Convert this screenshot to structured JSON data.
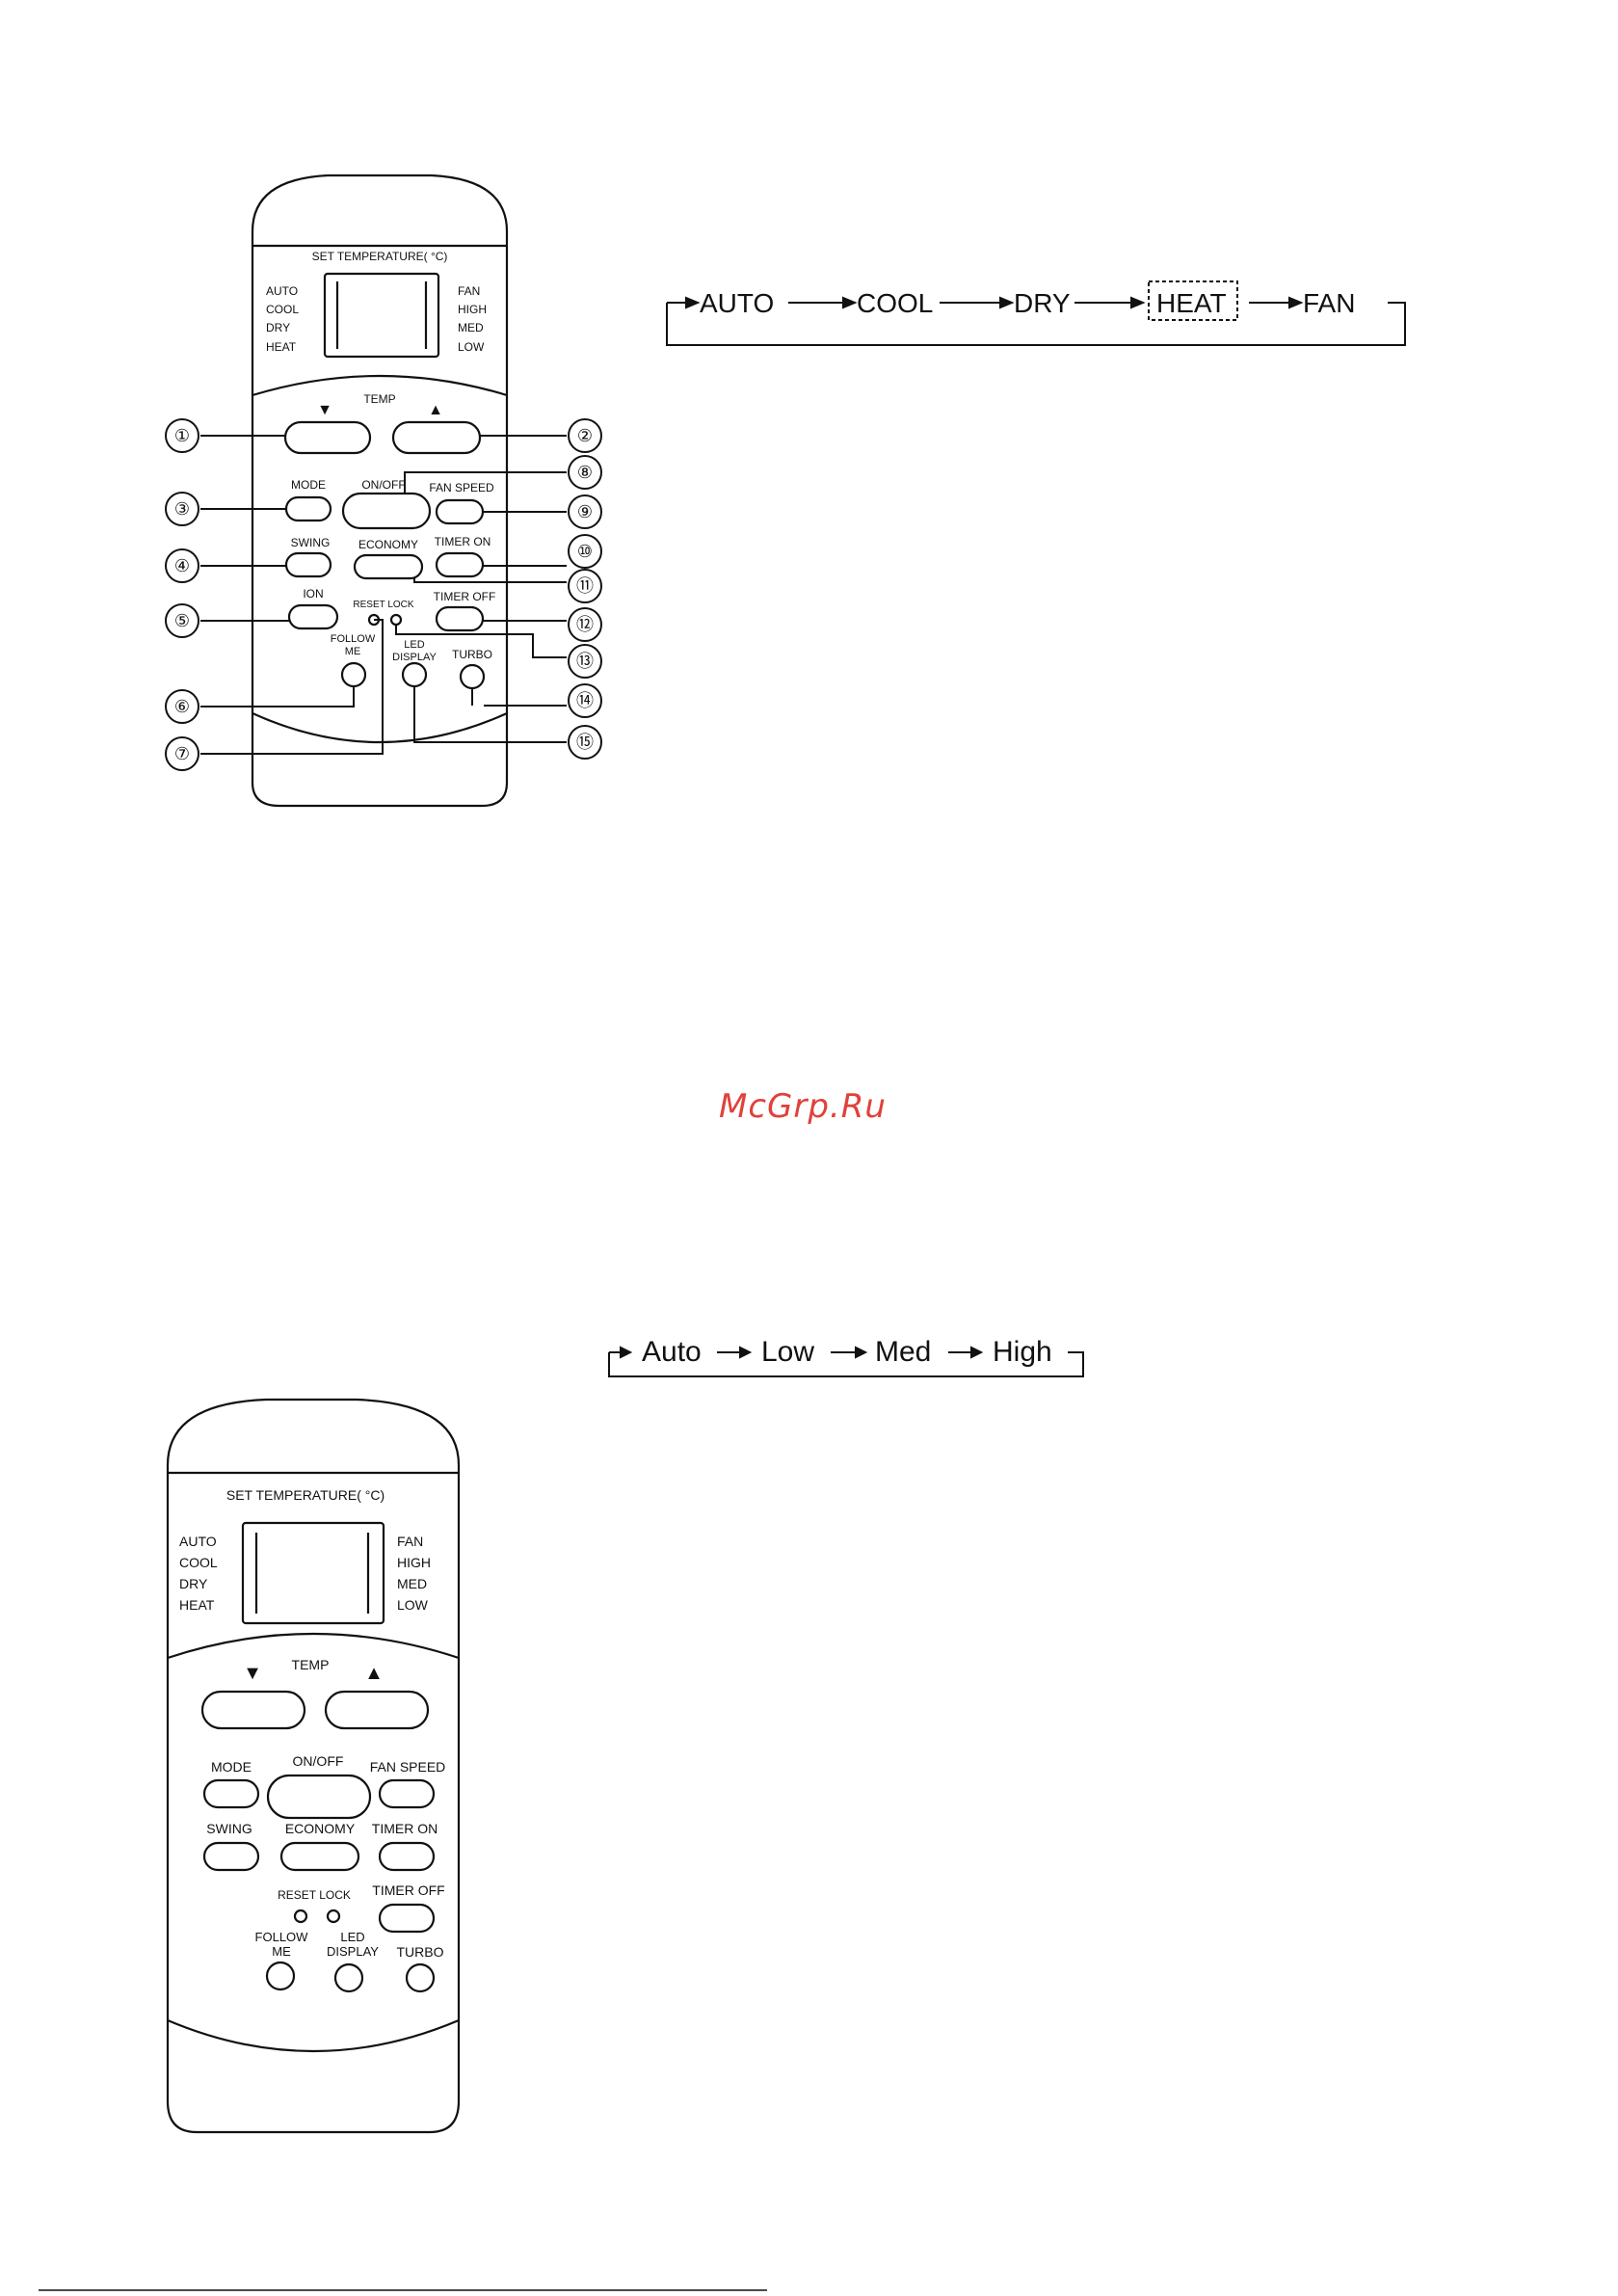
{
  "watermark": "McGrp.Ru",
  "colors": {
    "watermark": "#e0413a",
    "ink": "#111111"
  },
  "remote": {
    "display_title": "SET TEMPERATURE( °C)",
    "modes_left": [
      "AUTO",
      "COOL",
      "DRY",
      "HEAT"
    ],
    "fan_right": [
      "FAN",
      "HIGH",
      "MED",
      "LOW"
    ],
    "temp_label": "TEMP",
    "temp_down_arrow": "▼",
    "temp_up_arrow": "▲",
    "buttons": {
      "mode": "MODE",
      "on_off": "ON/OFF",
      "fan_speed": "FAN SPEED",
      "swing": "SWING",
      "economy": "ECONOMY",
      "timer_on": "TIMER ON",
      "ion": "ION",
      "reset_lock": "RESET LOCK",
      "timer_off": "TIMER OFF",
      "follow_me_1": "FOLLOW",
      "follow_me_2": "ME",
      "led_display_1": "LED",
      "led_display_2": "DISPLAY",
      "turbo": "TURBO"
    }
  },
  "callouts": [
    "①",
    "②",
    "③",
    "④",
    "⑤",
    "⑥",
    "⑦",
    "⑧",
    "⑨",
    "⑩",
    "⑪",
    "⑫",
    "⑬",
    "⑭",
    "⑮"
  ],
  "mode_cycle": [
    "AUTO",
    "COOL",
    "DRY",
    "HEAT",
    "FAN"
  ],
  "fan_cycle": [
    "Auto",
    "Low",
    "Med",
    "High"
  ]
}
